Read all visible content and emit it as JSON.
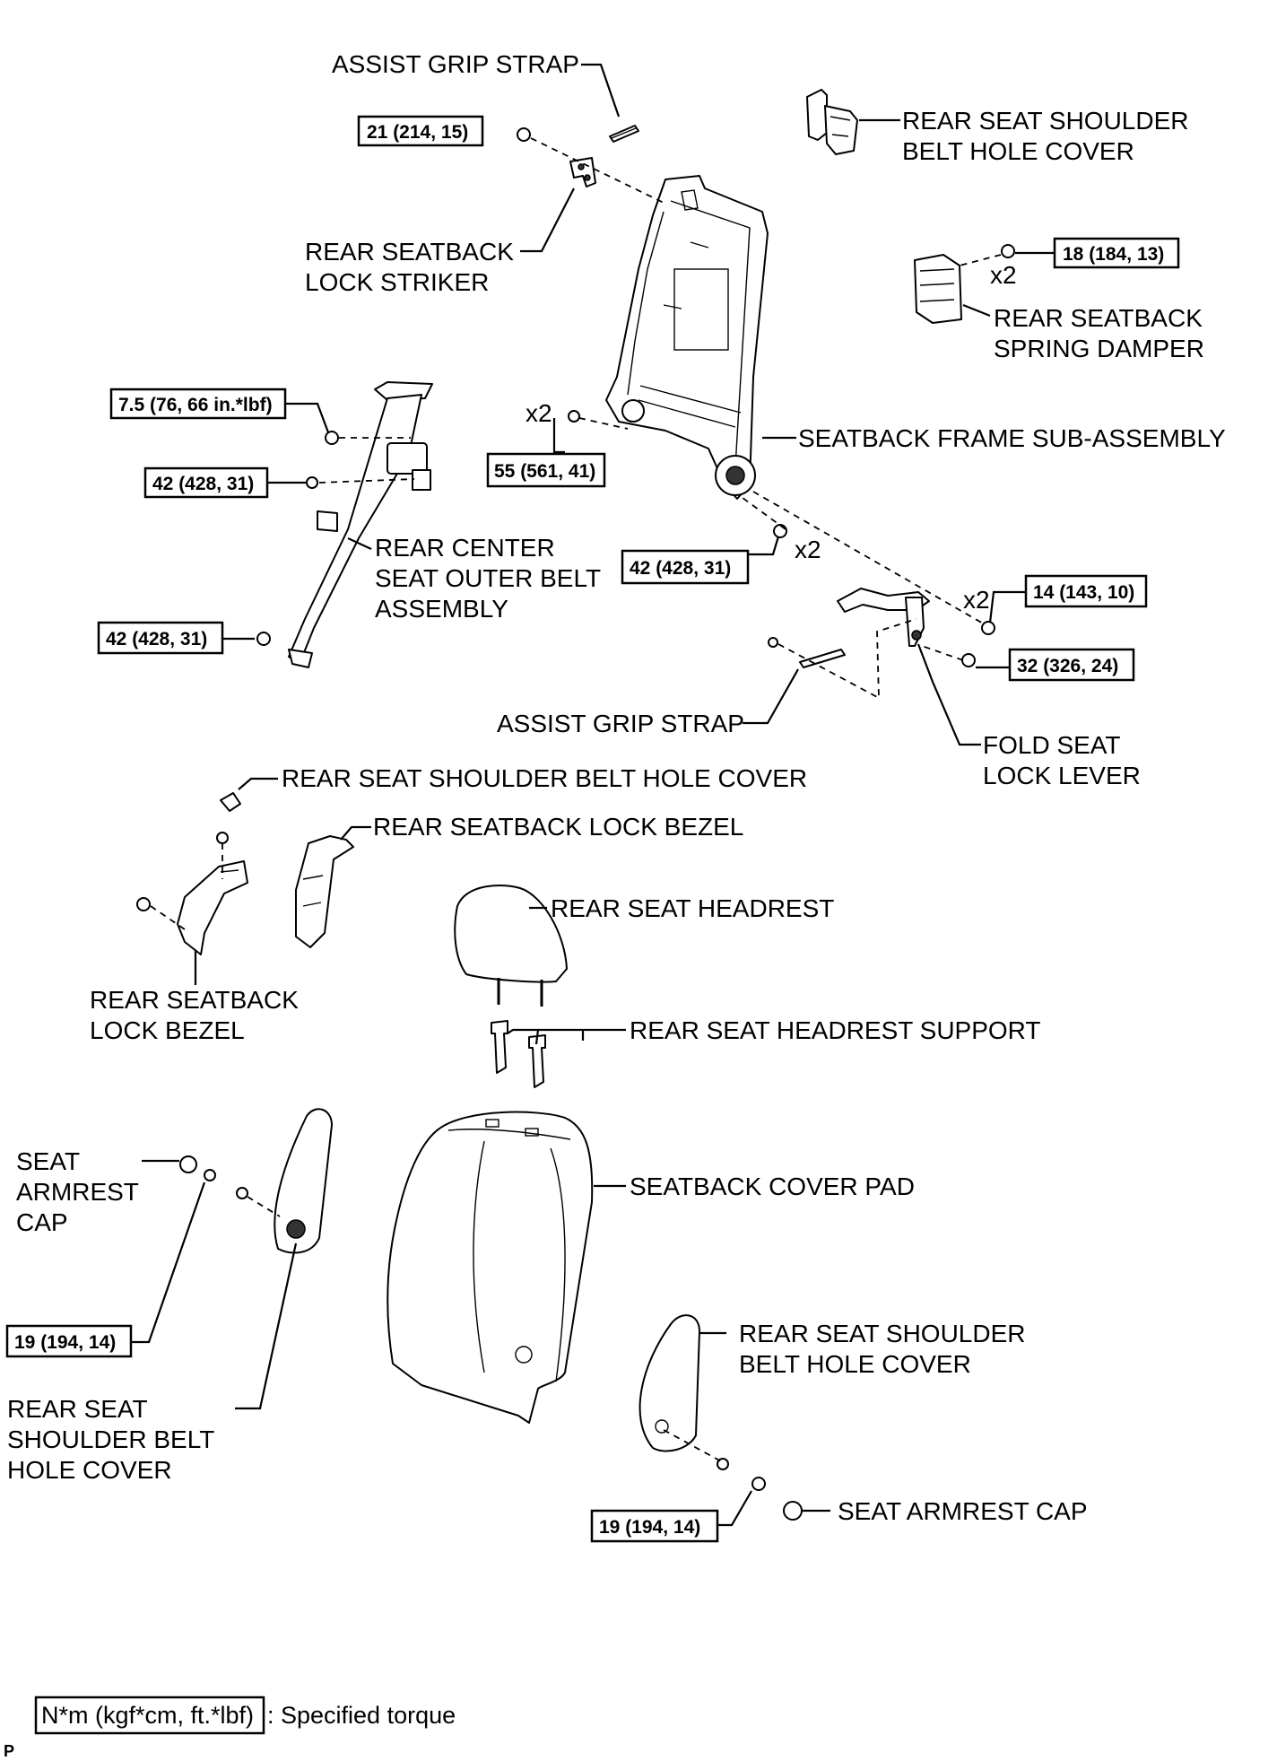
{
  "labels": {
    "assist_grip_strap_top": "ASSIST GRIP STRAP",
    "shoulder_belt_hole_cover_top_1": "REAR SEAT SHOULDER",
    "shoulder_belt_hole_cover_top_2": "BELT HOLE COVER",
    "lock_striker_1": "REAR SEATBACK",
    "lock_striker_2": "LOCK STRIKER",
    "spring_damper_1": "REAR SEATBACK",
    "spring_damper_2": "SPRING DAMPER",
    "seatback_frame": "SEATBACK FRAME SUB-ASSEMBLY",
    "center_belt_1": "REAR CENTER",
    "center_belt_2": "SEAT OUTER BELT",
    "center_belt_3": "ASSEMBLY",
    "assist_grip_strap_mid": "ASSIST GRIP STRAP",
    "fold_seat_lock_1": "FOLD SEAT",
    "fold_seat_lock_2": "LOCK LEVER",
    "shoulder_belt_hole_cover_mid": "REAR SEAT SHOULDER BELT HOLE COVER",
    "lock_bezel_right": "REAR SEATBACK LOCK BEZEL",
    "lock_bezel_left_1": "REAR SEATBACK",
    "lock_bezel_left_2": "LOCK BEZEL",
    "headrest": "REAR SEAT HEADREST",
    "headrest_support": "REAR SEAT HEADREST SUPPORT",
    "armrest_cap_left_1": "SEAT",
    "armrest_cap_left_2": "ARMREST",
    "armrest_cap_left_3": "CAP",
    "seatback_cover_pad": "SEATBACK COVER PAD",
    "shoulder_cover_left_1": "REAR SEAT",
    "shoulder_cover_left_2": "SHOULDER BELT",
    "shoulder_cover_left_3": "HOLE COVER",
    "shoulder_cover_right_1": "REAR SEAT SHOULDER",
    "shoulder_cover_right_2": "BELT HOLE COVER",
    "armrest_cap_right": "SEAT ARMREST CAP"
  },
  "quantities": {
    "x2_damper": "x2",
    "x2_frame": "x2",
    "x2_lower": "x2",
    "x2_hinge": "x2"
  },
  "torques": {
    "t_striker": "21 (214, 15)",
    "t_damper": "18 (184, 13)",
    "t_belt_upper": "7.5 (76, 66 in.*lbf)",
    "t_belt_mid": "42 (428, 31)",
    "t_frame": "55 (561, 41)",
    "t_frame_lower": "42 (428, 31)",
    "t_hinge": "14 (143, 10)",
    "t_belt_lower": "42 (428, 31)",
    "t_lever": "32 (326, 24)",
    "t_armrest_left": "19 (194, 14)",
    "t_armrest_right": "19 (194, 14)"
  },
  "legend": {
    "unit_box": "N*m (kgf*cm, ft.*lbf)",
    "description": ": Specified torque"
  },
  "footer_code": "P"
}
